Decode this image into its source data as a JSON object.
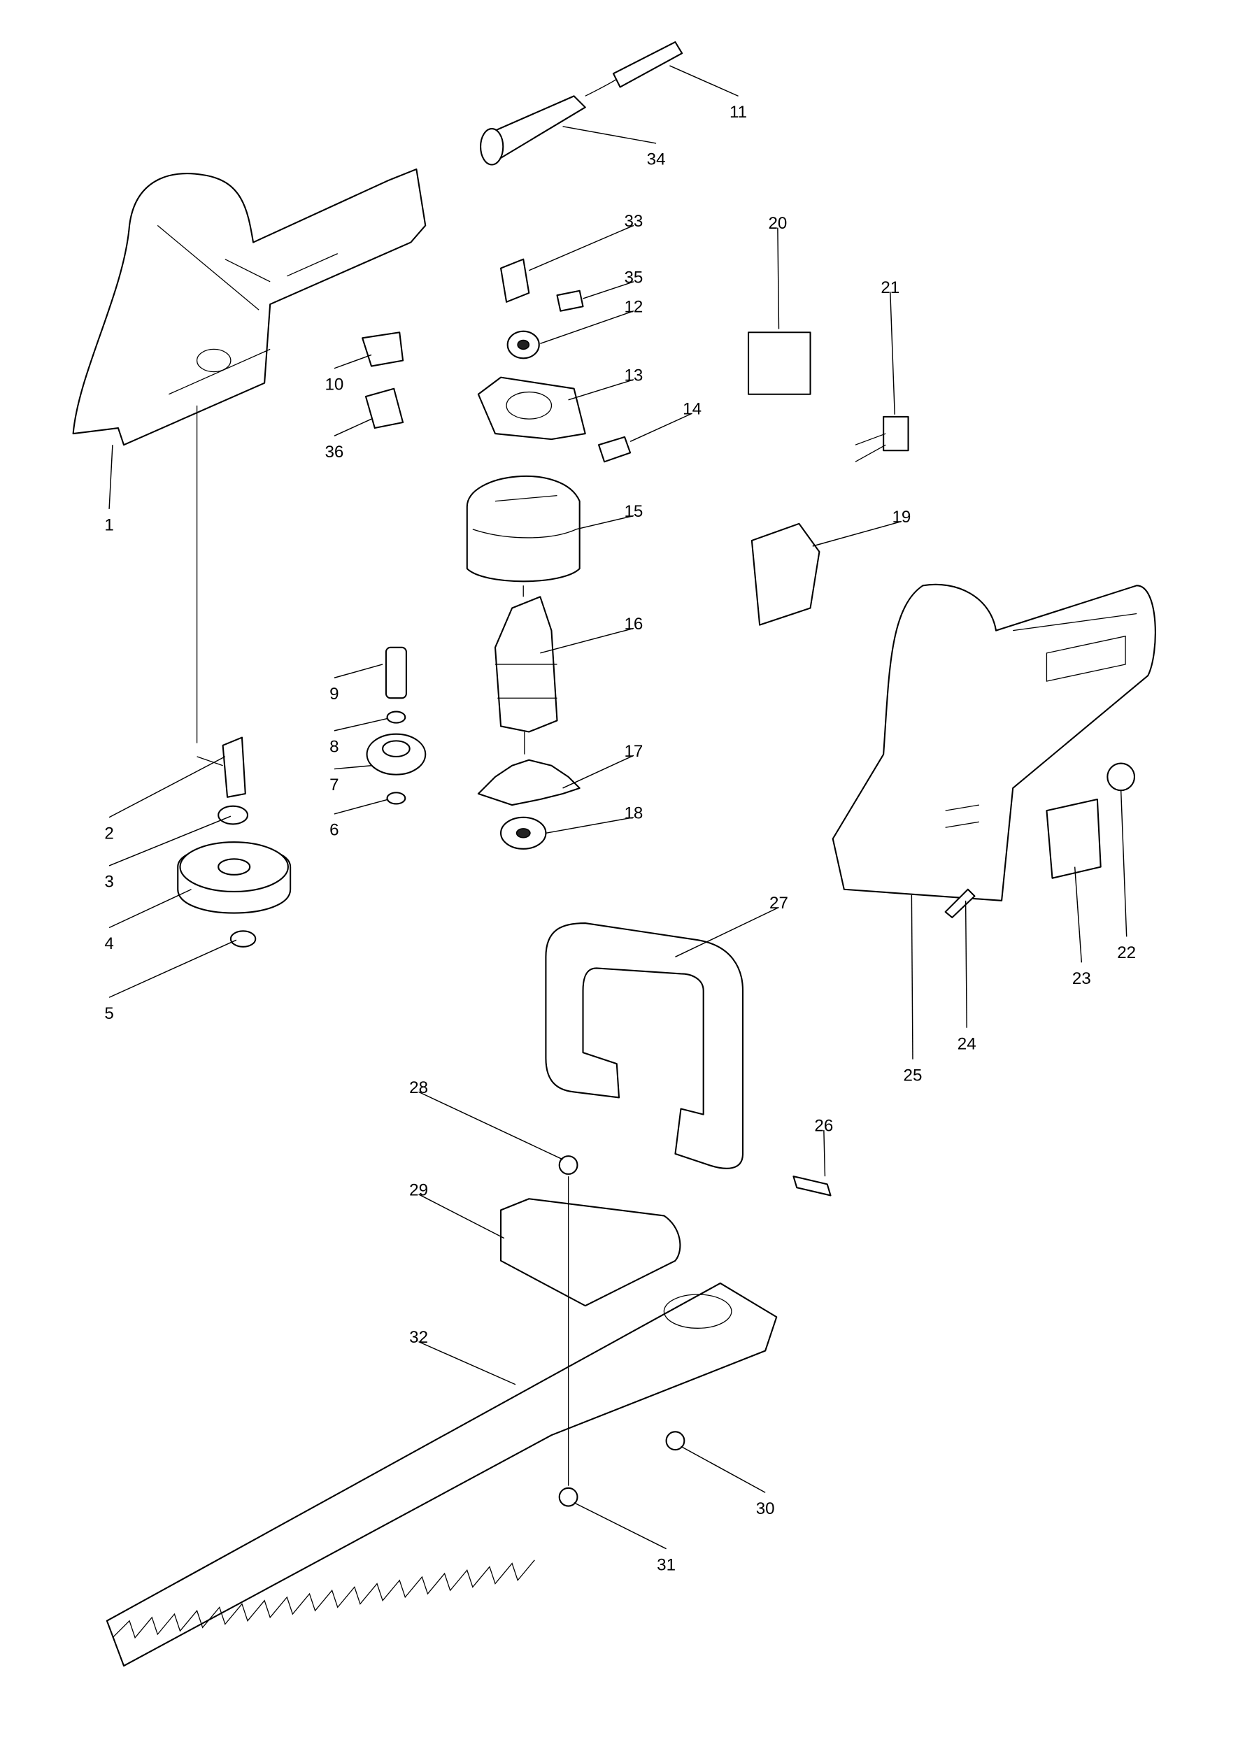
{
  "diagram": {
    "type": "exploded parts diagram",
    "part_labels": [
      "1",
      "2",
      "3",
      "4",
      "5",
      "6",
      "7",
      "8",
      "9",
      "10",
      "11",
      "12",
      "13",
      "14",
      "15",
      "16",
      "17",
      "18",
      "19",
      "20",
      "21",
      "22",
      "23",
      "24",
      "25",
      "26",
      "27",
      "28",
      "29",
      "30",
      "31",
      "32",
      "33",
      "34",
      "35",
      "36"
    ]
  }
}
